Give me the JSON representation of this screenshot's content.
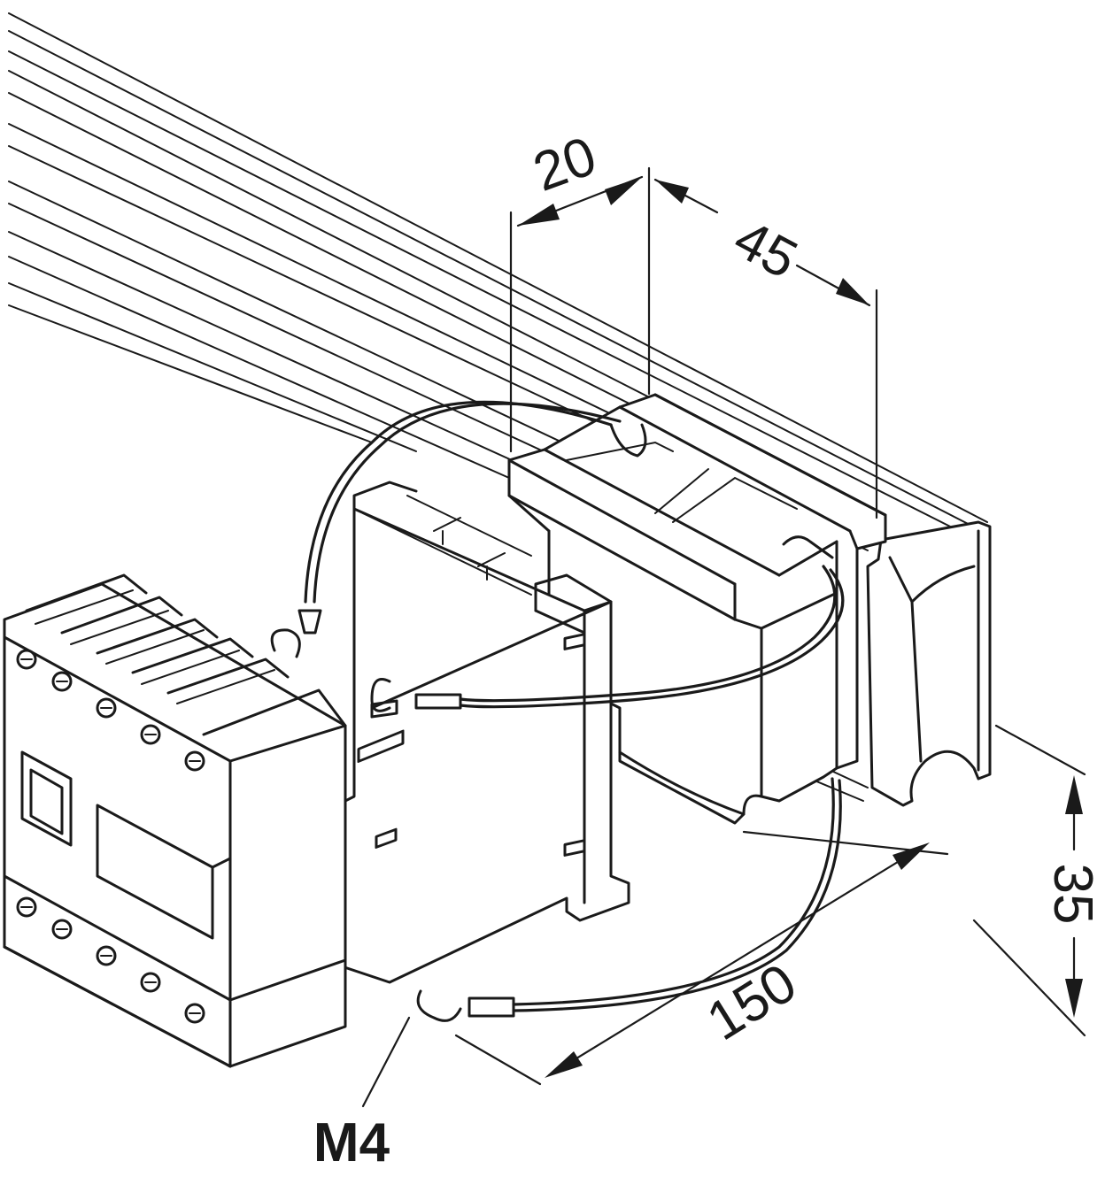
{
  "dimensions": {
    "d20": "20",
    "d45": "45",
    "d35": "35",
    "d150": "150"
  },
  "callout": {
    "screw": "M4"
  }
}
